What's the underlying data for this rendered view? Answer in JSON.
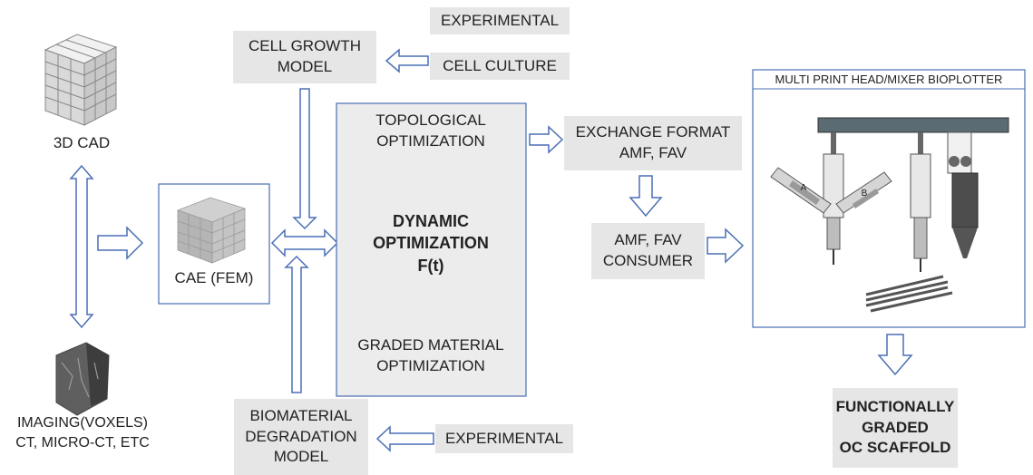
{
  "diagram": {
    "colors": {
      "arrow_stroke": "#4a6fb5",
      "box_fill": "#e6e6e6",
      "box_border": "#4a6fb5",
      "center_fill": "#ececec"
    },
    "nodes": {
      "cad_3d": {
        "label": "3D CAD",
        "icon": "lattice-cube-icon"
      },
      "imaging": {
        "label": "IMAGING(VOXELS)\nCT, MICRO-CT, ETC",
        "icon": "bone-voxel-icon"
      },
      "cae": {
        "label": "CAE (FEM)",
        "icon": "fem-mesh-icon"
      },
      "cell_growth": {
        "label": "CELL GROWTH\nMODEL"
      },
      "experimental_top": {
        "label": "EXPERIMENTAL"
      },
      "cell_culture": {
        "label": "CELL CULTURE"
      },
      "biomaterial": {
        "label": "BIOMATERIAL\nDEGRADATION\nMODEL"
      },
      "experimental_bottom": {
        "label": "EXPERIMENTAL"
      },
      "topological": {
        "label": "TOPOLOGICAL\nOPTIMIZATION"
      },
      "dynamic": {
        "label": "DYNAMIC\nOPTIMIZATION\nF(t)"
      },
      "graded_material": {
        "label": "GRADED MATERIAL\nOPTIMIZATION"
      },
      "exchange_format": {
        "label": "EXCHANGE FORMAT\nAMF, FAV"
      },
      "consumer": {
        "label": "AMF, FAV\nCONSUMER"
      },
      "bioplotter": {
        "label": "MULTI PRINT HEAD/MIXER BIOPLOTTER",
        "icon": "bioplotter-icon",
        "head_labels": [
          "A",
          "B"
        ]
      },
      "scaffold": {
        "label": "FUNCTIONALLY\nGRADED\nOC SCAFFOLD"
      }
    }
  }
}
